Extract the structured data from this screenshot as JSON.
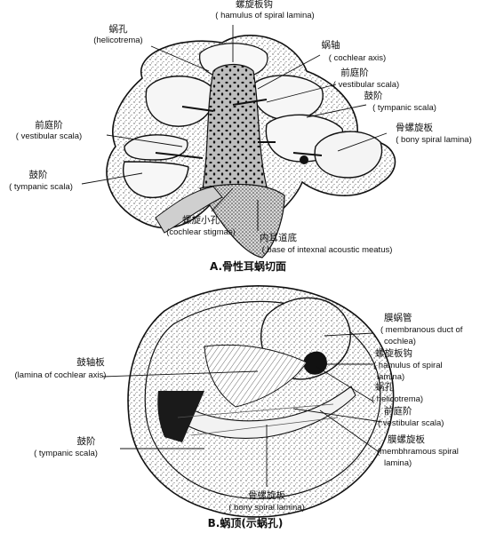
{
  "figA": {
    "caption": "A.骨性耳蜗切面",
    "labels": {
      "hamulus": {
        "zh": "螺旋板钩",
        "en": "( hamulus of spiral lamina)"
      },
      "helicotrema": {
        "zh": "蜗孔",
        "en": "(helicotrema)"
      },
      "cochlear_axis": {
        "zh": "蜗轴",
        "en": "( cochlear axis)"
      },
      "vestibular_r": {
        "zh": "前庭阶",
        "en": "( vestibular scala)"
      },
      "tympanic_r": {
        "zh": "鼓阶",
        "en": "( tympanic scala)"
      },
      "vestibular_l": {
        "zh": "前庭阶",
        "en": "( vestibular scala)"
      },
      "bony_spiral": {
        "zh": "骨螺旋板",
        "en": "( bony spiral lamina)"
      },
      "tympanic_l": {
        "zh": "鼓阶",
        "en": "( tympanic scala)"
      },
      "stigmas": {
        "zh": "螺旋小孔",
        "en": "(cochlear stigmas)"
      },
      "meatus": {
        "zh": "内耳道底",
        "en": "( base of intexnal acoustic meatus)"
      }
    }
  },
  "figB": {
    "caption": "B.蜗顶(示蜗孔)",
    "labels": {
      "membranous_duct": {
        "zh": "膜蜗管",
        "en1": "( membranous duct of",
        "en2": "cochlea)"
      },
      "hamulus": {
        "zh": "螺旋板钩",
        "en1": "( hamulus of spiral",
        "en2": "lamina)"
      },
      "lamina_axis": {
        "zh": "鼓轴板",
        "en": "(lamina of cochlear axis)"
      },
      "helicotrema": {
        "zh": "蜗孔",
        "en": "( helicotrema)"
      },
      "vestibular": {
        "zh": "前庭阶",
        "en": "( vestibular scala)"
      },
      "tympanic": {
        "zh": "鼓阶",
        "en": "( tympanic scala)"
      },
      "membranous_spiral": {
        "zh": "膜螺旋板",
        "en1": "(membhramous spiral",
        "en2": "lamina)"
      },
      "bony_spiral": {
        "zh": "骨螺旋板",
        "en": "( bony spiral lamina)"
      }
    }
  }
}
